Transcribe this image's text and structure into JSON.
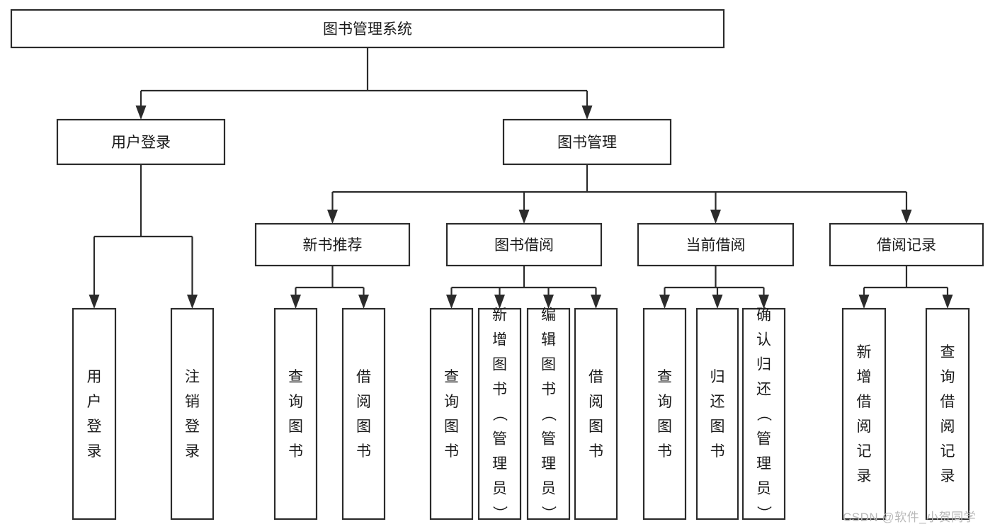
{
  "diagram": {
    "title": "图书管理系统",
    "type": "tree-hierarchy-chart",
    "root": {
      "label": "图书管理系统"
    },
    "level2": [
      {
        "id": "user-login",
        "label": "用户登录"
      },
      {
        "id": "book-management",
        "label": "图书管理"
      }
    ],
    "level3": [
      {
        "id": "new-book-recommend",
        "label": "新书推荐",
        "parent": "book-management"
      },
      {
        "id": "book-borrow",
        "label": "图书借阅",
        "parent": "book-management"
      },
      {
        "id": "current-borrow",
        "label": "当前借阅",
        "parent": "book-management"
      },
      {
        "id": "borrow-record",
        "label": "借阅记录",
        "parent": "book-management"
      }
    ],
    "leaves": {
      "user-login": [
        {
          "id": "leaf-user-login",
          "label": "用户登录"
        },
        {
          "id": "leaf-logout-login",
          "label": "注销登录"
        }
      ],
      "new-book-recommend": [
        {
          "id": "leaf-query-book-1",
          "label": "查询图书"
        },
        {
          "id": "leaf-borrow-book-1",
          "label": "借阅图书"
        }
      ],
      "book-borrow": [
        {
          "id": "leaf-query-book-2",
          "label": "查询图书"
        },
        {
          "id": "leaf-add-book",
          "label": "新增图书（管理员）"
        },
        {
          "id": "leaf-edit-book",
          "label": "编辑图书（管理员）"
        },
        {
          "id": "leaf-borrow-book-2",
          "label": "借阅图书"
        }
      ],
      "current-borrow": [
        {
          "id": "leaf-query-book-3",
          "label": "查询图书"
        },
        {
          "id": "leaf-return-book",
          "label": "归还图书"
        },
        {
          "id": "leaf-confirm-return",
          "label": "确认归还（管理员）"
        }
      ],
      "borrow-record": [
        {
          "id": "leaf-add-record",
          "label": "新增借阅记录"
        },
        {
          "id": "leaf-query-record",
          "label": "查询借阅记录"
        }
      ]
    }
  },
  "watermark": {
    "text": "CSDN @软件_小贺同学"
  },
  "colors": {
    "background": "#ffffff",
    "box_fill": "#ffffff",
    "box_stroke": "#2b2b2b",
    "text": "#1a1a1a",
    "watermark": "#b9b9b9"
  }
}
